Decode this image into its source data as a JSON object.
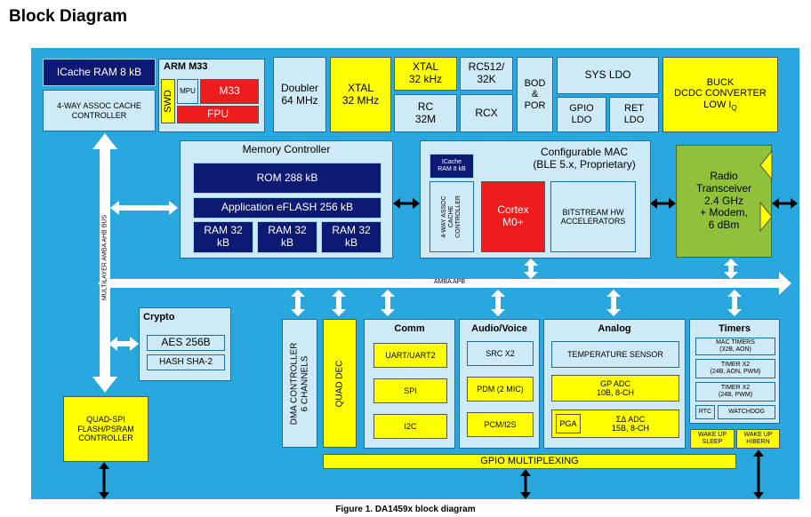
{
  "heading": "Block Diagram",
  "caption": "Figure 1. DA1459x block diagram",
  "bus": {
    "multilayer": "MULTILAYER AMBA AHB BUS",
    "apb": "AMBA APB"
  },
  "top": {
    "icache": "ICache RAM 8 kB",
    "cache_ctrl": "4-WAY ASSOC CACHE\nCONTROLLER",
    "arm_title": "ARM M33",
    "swd": "SWD",
    "mpu": "MPU",
    "m33": "M33",
    "fpu": "FPU",
    "doubler": "Doubler\n64 MHz",
    "xtal32m": "XTAL\n32 MHz",
    "xtal32k": "XTAL\n32 kHz",
    "rc32m": "RC\n32M",
    "rc512": "RC512/\n32K",
    "rcx": "RCX",
    "bod": "BOD\n&\nPOR",
    "sysldo": "SYS LDO",
    "gpioldo": "GPIO\nLDO",
    "retldo": "RET\nLDO",
    "buck_l1": "BUCK",
    "buck_l2": "DCDC CONVERTER",
    "buck_l3": "LOW I",
    "buck_sub": "Q"
  },
  "memory": {
    "title": "Memory Controller",
    "rom": "ROM 288 kB",
    "eflash": "Application eFLASH 256 kB",
    "ram": [
      "RAM 32\nkB",
      "RAM 32\nkB",
      "RAM 32\nkB"
    ]
  },
  "mac": {
    "title": "Configurable MAC\n(BLE 5.x, Proprietary)",
    "icache": "ICache\nRAM 8 kB",
    "cache_ctrl": "4-WAY ASSOC\nCACHE\nCONTROLLER",
    "cortex": "Cortex\nM0+",
    "bitstream": "BITSTREAM HW\nACCELERATORS"
  },
  "radio": "Radio\nTransceiver\n2.4 GHz\n+ Modem,\n6 dBm",
  "crypto": {
    "title": "Crypto",
    "aes": "AES 256B",
    "hash": "HASH SHA-2"
  },
  "qspi": "QUAD-SPI\nFLASH/PSRAM\nCONTROLLER",
  "dma": "DMA CONTROLLER\n6 CHANNELS",
  "quaddec": "QUAD DEC",
  "comm": {
    "title": "Comm",
    "items": [
      "UART/UART2",
      "SPI",
      "I2C"
    ]
  },
  "audio": {
    "title": "Audio/Voice",
    "src": "SRC X2",
    "pdm": "PDM (2 MIC)",
    "pcm": "PCM/I2S"
  },
  "analog": {
    "title": "Analog",
    "temp": "TEMPERATURE SENSOR",
    "gpadc": "GP ADC\n10B, 8-CH",
    "pga": "PGA",
    "sdadc": "ΣΔ ADC\n15B, 8-CH"
  },
  "timers": {
    "title": "Timers",
    "mac": "MAC TIMERS\n(32B, AON)",
    "t1": "TIMER X2\n(24B, AON, PWM)",
    "t2": "TIMER X2\n(24B, PWM)",
    "rtc": "RTC",
    "wdog": "WATCHDOG"
  },
  "wakeup_sleep": "WAKE UP\nSLEEP",
  "wakeup_hibern": "WAKE UP\nHIBERN",
  "gpio_mux": "GPIO MULTIPLEXING"
}
